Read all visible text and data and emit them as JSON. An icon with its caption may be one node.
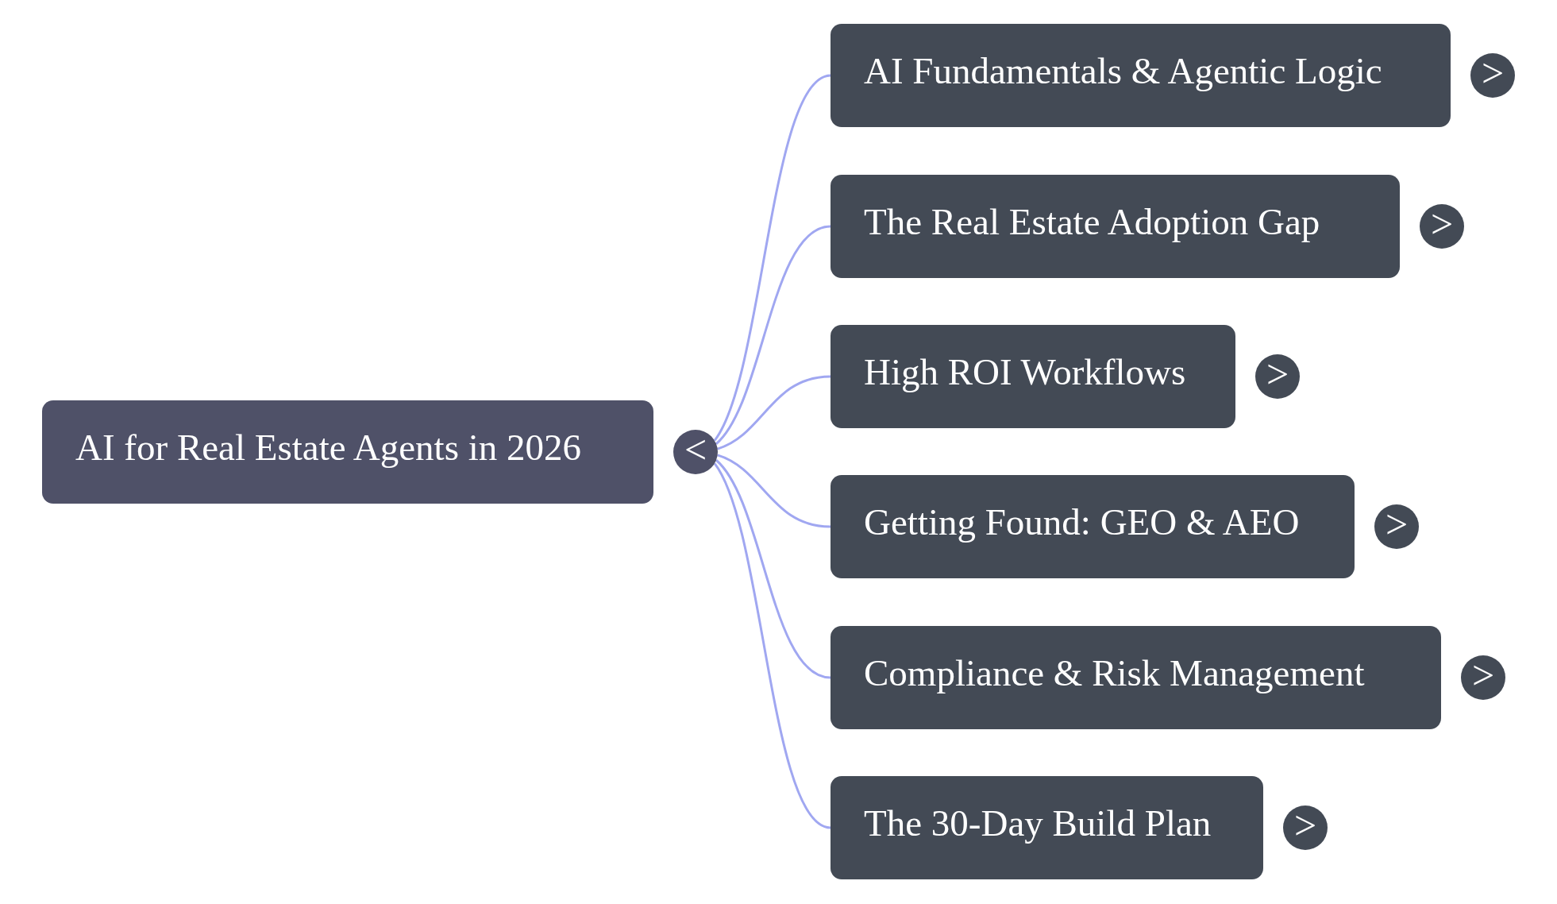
{
  "diagram": {
    "nodes": [
      {
        "text": [
          "AI for Real Estate Agents in 2026"
        ]
      },
      {
        "text": [
          "<"
        ]
      },
      {
        "text": [
          "AI Fundamentals & Agentic Logic"
        ]
      },
      {
        "text": [
          ">"
        ]
      },
      {
        "text": [
          "The Real Estate Adoption Gap"
        ]
      },
      {
        "text": [
          ">"
        ]
      },
      {
        "text": [
          "High ROI Workflows"
        ]
      },
      {
        "text": [
          ">"
        ]
      },
      {
        "text": [
          "Getting Found: GEO & AEO"
        ]
      },
      {
        "text": [
          ">"
        ]
      },
      {
        "text": [
          "Compliance & Risk Management"
        ]
      },
      {
        "text": [
          ">"
        ]
      },
      {
        "text": [
          "The 30-Day Build Plan"
        ]
      },
      {
        "text": [
          ">"
        ]
      }
    ],
    "edges": [
      {
        "from": 1,
        "to": 2,
        "arrow": "none"
      },
      {
        "from": 1,
        "to": 4,
        "arrow": "none"
      },
      {
        "from": 1,
        "to": 6,
        "arrow": "none"
      },
      {
        "from": 1,
        "to": 8,
        "arrow": "none"
      },
      {
        "from": 1,
        "to": 10,
        "arrow": "none"
      },
      {
        "from": 1,
        "to": 12,
        "arrow": "none"
      }
    ]
  }
}
